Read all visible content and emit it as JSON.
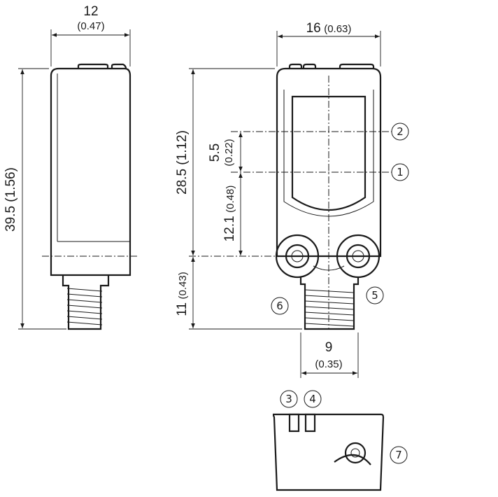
{
  "dimensions": {
    "side_width": {
      "value": "12",
      "inch": "(0.47)"
    },
    "front_width": {
      "value": "16",
      "inch": "(0.63)"
    },
    "total_height": {
      "value": "39.5",
      "inch": "(1.56)"
    },
    "optic_height": {
      "value": "28.5",
      "inch": "(1.12)"
    },
    "axis_spacing": {
      "value": "5.5",
      "inch": "(0.22)"
    },
    "axis_to_base": {
      "value": "12.1",
      "inch": "(0.48)"
    },
    "connector_height": {
      "value": "11",
      "inch": "(0.43)"
    },
    "connector_width": {
      "value": "9",
      "inch": "(0.35)"
    }
  },
  "callouts": [
    "1",
    "2",
    "3",
    "4",
    "5",
    "6",
    "7"
  ]
}
